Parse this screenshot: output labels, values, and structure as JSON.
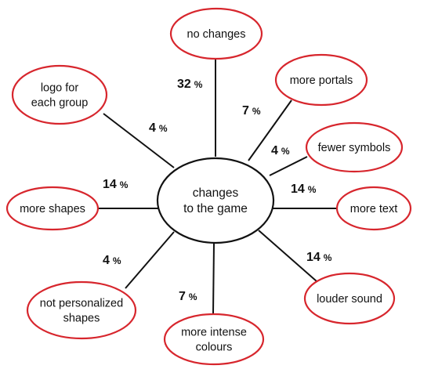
{
  "diagram": {
    "center": {
      "lines": [
        "changes",
        "to the game"
      ]
    },
    "colors": {
      "node_border": "#d7262d",
      "center_border": "#111111",
      "spoke": "#111111",
      "text": "#111111"
    },
    "branches": [
      {
        "id": "no-changes",
        "lines": [
          "no changes"
        ],
        "value": "32",
        "unit": "%"
      },
      {
        "id": "more-portals",
        "lines": [
          "more portals"
        ],
        "value": "7",
        "unit": "%"
      },
      {
        "id": "fewer-symbols",
        "lines": [
          "fewer symbols"
        ],
        "value": "4",
        "unit": "%"
      },
      {
        "id": "more-text",
        "lines": [
          "more text"
        ],
        "value": "14",
        "unit": "%"
      },
      {
        "id": "louder-sound",
        "lines": [
          "louder sound"
        ],
        "value": "14",
        "unit": "%"
      },
      {
        "id": "more-intense-colours",
        "lines": [
          "more intense",
          "colours"
        ],
        "value": "7",
        "unit": "%"
      },
      {
        "id": "not-personalized-shapes",
        "lines": [
          "not personalized",
          "shapes"
        ],
        "value": "4",
        "unit": "%"
      },
      {
        "id": "more-shapes",
        "lines": [
          "more shapes"
        ],
        "value": "14",
        "unit": "%"
      },
      {
        "id": "logo-for-each-group",
        "lines": [
          "logo for",
          "each group"
        ],
        "value": "4",
        "unit": "%"
      }
    ]
  }
}
